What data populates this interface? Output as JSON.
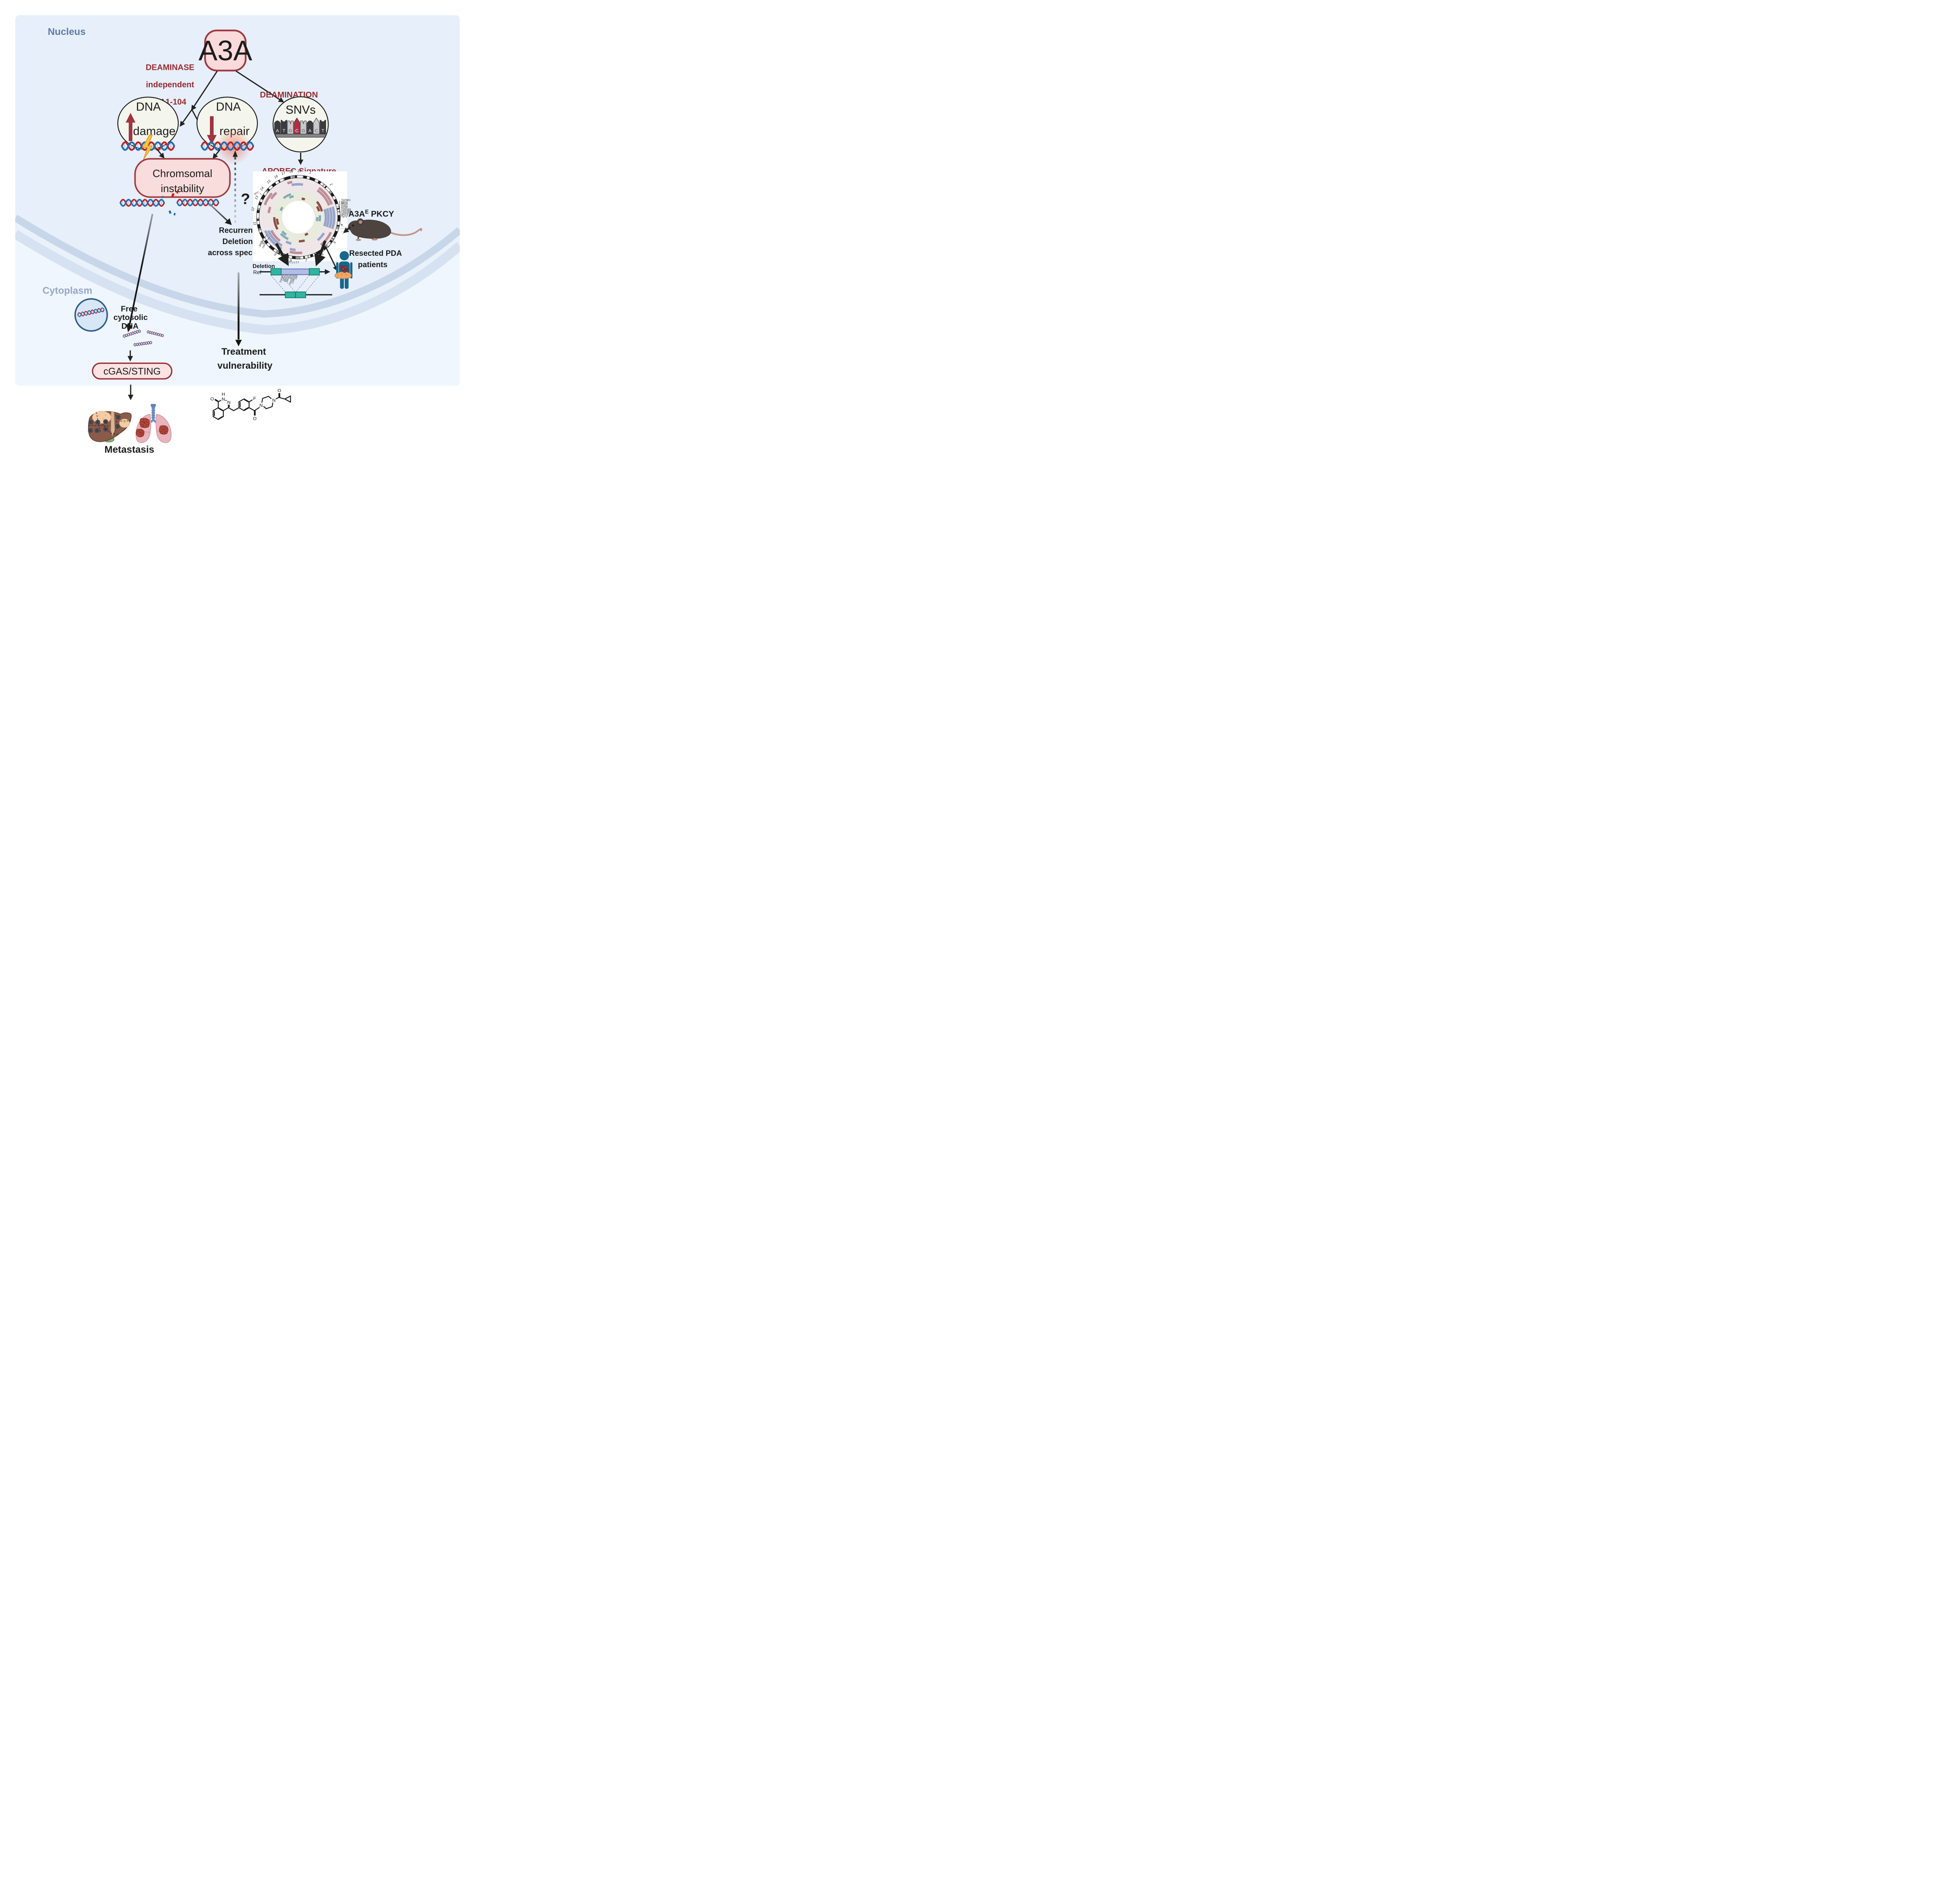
{
  "colors": {
    "accent_red": "#9b2c31",
    "node_fill": "#fadada",
    "node_stroke": "#a23a3f",
    "ellipse_fill": "#f4f5ec",
    "nucleus_bg": "#e6effa",
    "cytoplasm_bg": "#eff6fd",
    "membrane": "#c8d6e9",
    "teal_box": "#2fb5a0",
    "deleted_region_blue": "#b3bce4",
    "person_teal": "#16678c",
    "snv_highlight_red": "#b52c43"
  },
  "region_labels": {
    "nucleus": "Nucleus",
    "cytoplasm": "Cytoplasm"
  },
  "nodes": {
    "a3a": "A3A",
    "dna_damage": [
      "DNA",
      "damage"
    ],
    "dna_repair": [
      "DNA",
      "repair"
    ],
    "snvs": "SNVs",
    "chromosomal": [
      "Chromsomal",
      "instability"
    ],
    "cgas": "cGAS/STING"
  },
  "edge_labels": {
    "deaminase": [
      "DEAMINASE",
      "independent",
      "AA1-104"
    ],
    "deamination": "DEAMINATION",
    "apobec": "APOBEC Signature",
    "question": "?"
  },
  "snv_bases": [
    "A",
    "T",
    "G",
    "C",
    "G",
    "A",
    "C",
    "T"
  ],
  "recurrent": [
    "Recurrent",
    "Deletions",
    "across species"
  ],
  "mouse_label": {
    "base": "A3A",
    "sup": "E",
    "rest": " PKCY"
  },
  "patients": [
    "Resected PDA",
    "patients"
  ],
  "deletion_diagram": {
    "title": "Deletion",
    "ref": "Ref"
  },
  "free_dna": [
    "Free",
    "cytosolic",
    "DNA"
  ],
  "treatment": [
    "Treatment",
    "vulnerability"
  ],
  "metastasis": "Metastasis",
  "circos": {
    "chromosomes": [
      "1",
      "2",
      "3",
      "4",
      "5",
      "6",
      "7",
      "8",
      "9",
      "10",
      "11",
      "12",
      "13",
      "14",
      "15",
      "16",
      "17",
      "18",
      "19"
    ],
    "genes_right": [
      "TGFBR1",
      "IFNa2",
      "IFNa4",
      "IFNa1",
      "MTAP",
      "CDKN2A",
      "CDKN2B",
      "CDKN2C",
      "WNT4",
      "Trp73"
    ],
    "gene_myc": "MYC",
    "genes_bottom_left": [
      "BRCA1",
      "TRP53"
    ],
    "gene_kras": "KRAS",
    "genes_bottom": [
      "TGFBR2",
      "GNAI2",
      "SMAD6",
      "SMAD3",
      "ATM",
      "PPP2R1B",
      "CDKN2D",
      "YAP1"
    ]
  },
  "liver_segments": [
    "7",
    "8",
    "4a",
    "2",
    "3",
    "4b",
    "6",
    "5"
  ],
  "molecule_atoms": [
    "O",
    "H",
    "N",
    "N",
    "F",
    "O",
    "N",
    "N",
    "O"
  ]
}
